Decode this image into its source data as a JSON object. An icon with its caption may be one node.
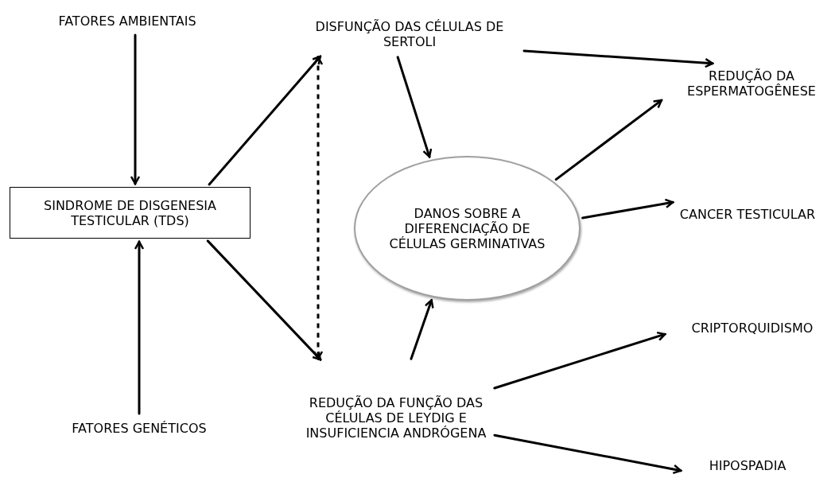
{
  "diagram": {
    "nodes": [
      {
        "text": [
          "FATORES AMBIENTAIS"
        ]
      },
      {
        "text": [
          "SINDROME DE DISGENESIA TESTICULAR (TDS)"
        ]
      },
      {
        "text": [
          "FATORES GENÉTICOS"
        ]
      },
      {
        "text": [
          "DISFUNÇÃO DAS CÉLULAS DE SERTOLI"
        ]
      },
      {
        "text": [
          "DANOS SOBRE A DIFERENCIAÇÃO DE CÉLULAS GERMINATIVAS"
        ]
      },
      {
        "text": [
          "REDUÇÃO DA FUNÇÃO DAS CÉLULAS DE LEYDIG E INSUFICIENCIA ANDRÓGENA"
        ]
      },
      {
        "text": [
          "REDUÇÃO DA ESPERMATOGÊNESE"
        ]
      },
      {
        "text": [
          "CANCER TESTICULAR"
        ]
      },
      {
        "text": [
          "CRIPTORQUIDISMO"
        ]
      },
      {
        "text": [
          "HIPOSPADIA"
        ]
      }
    ],
    "edges": [
      {
        "from": 0,
        "to": 1,
        "arrow": "to"
      },
      {
        "from": 2,
        "to": 1,
        "arrow": "to"
      },
      {
        "from": 1,
        "to": 3,
        "arrow": "to"
      },
      {
        "from": 1,
        "to": 5,
        "arrow": "to"
      },
      {
        "from": 3,
        "to": 5,
        "arrow": "both",
        "style": "dashed"
      },
      {
        "from": 3,
        "to": 4,
        "arrow": "to"
      },
      {
        "from": 5,
        "to": 4,
        "arrow": "to"
      },
      {
        "from": 3,
        "to": 6,
        "arrow": "to"
      },
      {
        "from": 4,
        "to": 6,
        "arrow": "to"
      },
      {
        "from": 4,
        "to": 7,
        "arrow": "to"
      },
      {
        "from": 5,
        "to": 8,
        "arrow": "to"
      },
      {
        "from": 5,
        "to": 9,
        "arrow": "to"
      }
    ]
  }
}
